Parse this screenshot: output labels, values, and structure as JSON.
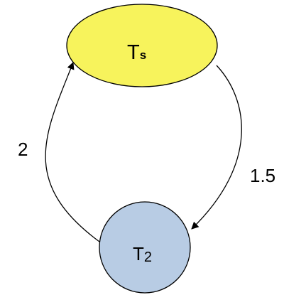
{
  "nodes": {
    "top": {
      "label_main": "T",
      "label_sub": "s",
      "fill": "#f7f35c",
      "stroke": "#000000"
    },
    "bottom": {
      "label_main": "T",
      "label_sub": "2",
      "fill": "#b8cce4",
      "stroke": "#000000"
    }
  },
  "edges": {
    "top_to_bottom": {
      "label": "1.5"
    },
    "bottom_to_top": {
      "label": "2"
    }
  }
}
